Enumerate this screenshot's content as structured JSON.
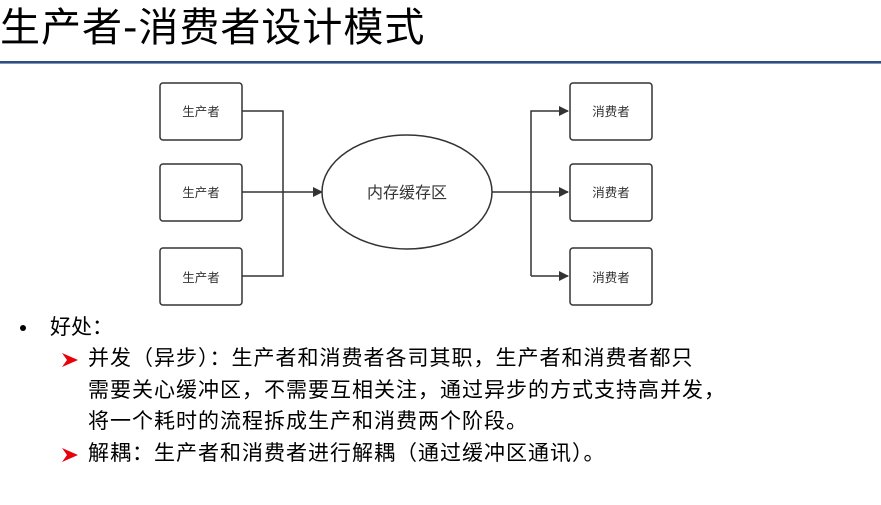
{
  "slide": {
    "title": "生产者-消费者设计模式",
    "accent_color": "#2f4d7e"
  },
  "diagram": {
    "producers": [
      {
        "label": "生产者"
      },
      {
        "label": "生产者"
      },
      {
        "label": "生产者"
      }
    ],
    "buffer": {
      "label": "内存缓存区"
    },
    "consumers": [
      {
        "label": "消费者"
      },
      {
        "label": "消费者"
      },
      {
        "label": "消费者"
      }
    ],
    "line_color": "#333333"
  },
  "bullets": {
    "heading": "好处：",
    "items": [
      {
        "icon": "red-arrowhead-icon",
        "lines": [
          "并发（异步）：生产者和消费者各司其职，生产者和消费者都只",
          "需要关心缓冲区，不需要互相关注，通过异步的方式支持高并发，",
          "将一个耗时的流程拆成生产和消费两个阶段。"
        ]
      },
      {
        "icon": "red-arrowhead-icon",
        "lines": [
          "解耦：生产者和消费者进行解耦（通过缓冲区通讯）。"
        ]
      }
    ],
    "arrow_color": "#e8000b"
  }
}
